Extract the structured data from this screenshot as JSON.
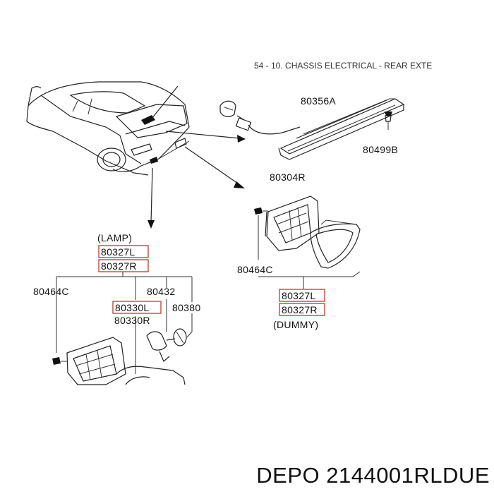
{
  "header_text": "54 - 10. CHASSIS ELECTRICAL - REAR EXTE",
  "labels": {
    "p80356A": "80356A",
    "p80499B": "80499B",
    "p80304R": "80304R",
    "p80464C_right": "80464C",
    "lamp": "(LAMP)",
    "p80327L_lamp": "80327L",
    "p80327R_lamp": "80327R",
    "p80464C_left": "80464C",
    "p80432": "80432",
    "p80330L": "80330L",
    "p80380": "80380",
    "p80330R": "80330R",
    "p80327L_dummy": "80327L",
    "p80327R_dummy": "80327R",
    "dummy": "(DUMMY)"
  },
  "footer": "DEPO 2144001RLDUE",
  "highlight_color": "#c0392b"
}
